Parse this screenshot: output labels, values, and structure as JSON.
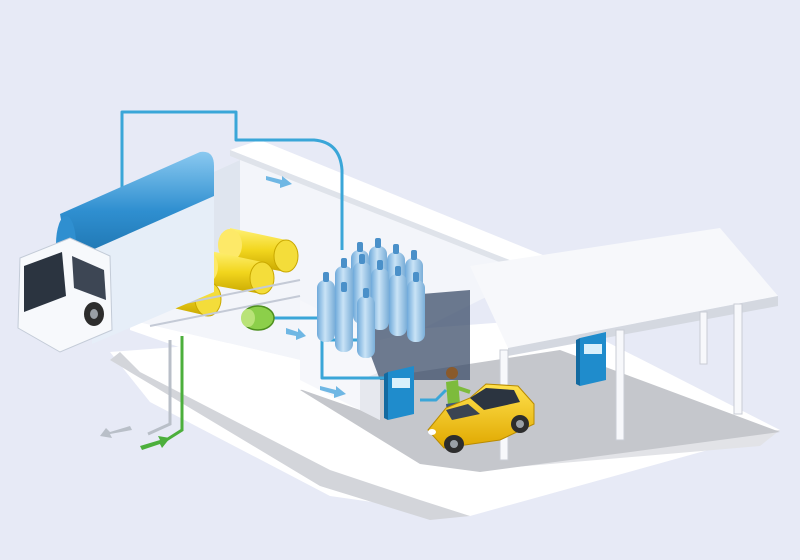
{
  "scene": {
    "colors": {
      "background": "#e7eaf6",
      "pipe_blue": "#3aa6d8",
      "pipe_green": "#4caf3c",
      "hydrogen_yellow": "#f2d61e",
      "cylinder_blue": "#9ccbec",
      "dispenser_blue": "#1f8ccc",
      "car_yellow": "#f5c518",
      "truck_blue": "#2f8fd0",
      "ground_grey": "#c5c7cc",
      "canopy_white": "#f7f8fb"
    },
    "components": [
      {
        "name": "tanker-truck",
        "icon": "truck-icon"
      },
      {
        "name": "storage-tanks",
        "icon": "tank-icon",
        "count": 3
      },
      {
        "name": "compressor",
        "icon": "compressor-icon"
      },
      {
        "name": "gas-cylinders",
        "icon": "cylinder-icon",
        "count": 12
      },
      {
        "name": "dispenser",
        "icon": "fuel-dispenser-icon",
        "count": 2
      },
      {
        "name": "canopy",
        "icon": "canopy-icon"
      },
      {
        "name": "car",
        "icon": "car-icon"
      },
      {
        "name": "attendant",
        "icon": "person-icon"
      }
    ],
    "flow_arrows": [
      "right",
      "right",
      "right",
      "up-left",
      "up-right"
    ]
  }
}
